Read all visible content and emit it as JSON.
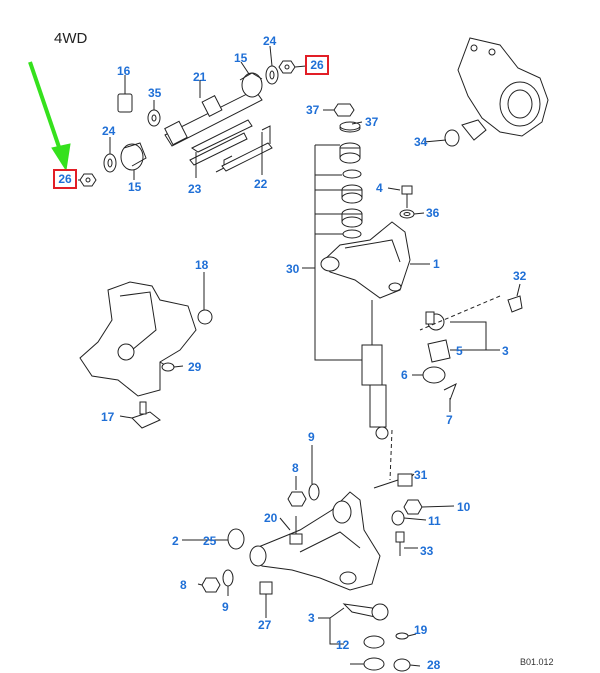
{
  "title": "4WD",
  "diagram_code": "B01.012",
  "colors": {
    "label": "#1f6fd6",
    "highlight_box": "#e21e26",
    "arrow": "#35e11d",
    "line": "#222222"
  },
  "callouts": {
    "c1": "1",
    "c2": "2",
    "c3a": "3",
    "c3b": "3",
    "c4": "4",
    "c5": "5",
    "c6": "6",
    "c7": "7",
    "c8a": "8",
    "c8b": "8",
    "c9a": "9",
    "c9b": "9",
    "c10": "10",
    "c11": "11",
    "c12": "12",
    "c15a": "15",
    "c15b": "15",
    "c16": "16",
    "c17": "17",
    "c18": "18",
    "c19": "19",
    "c20": "20",
    "c21": "21",
    "c22": "22",
    "c23": "23",
    "c24a": "24",
    "c24b": "24",
    "c25": "25",
    "c26a": "26",
    "c26b": "26",
    "c27": "27",
    "c28": "28",
    "c29": "29",
    "c30": "30",
    "c31": "31",
    "c32": "32",
    "c33": "33",
    "c34": "34",
    "c35": "35",
    "c36": "36",
    "c37a": "37",
    "c37b": "37"
  }
}
